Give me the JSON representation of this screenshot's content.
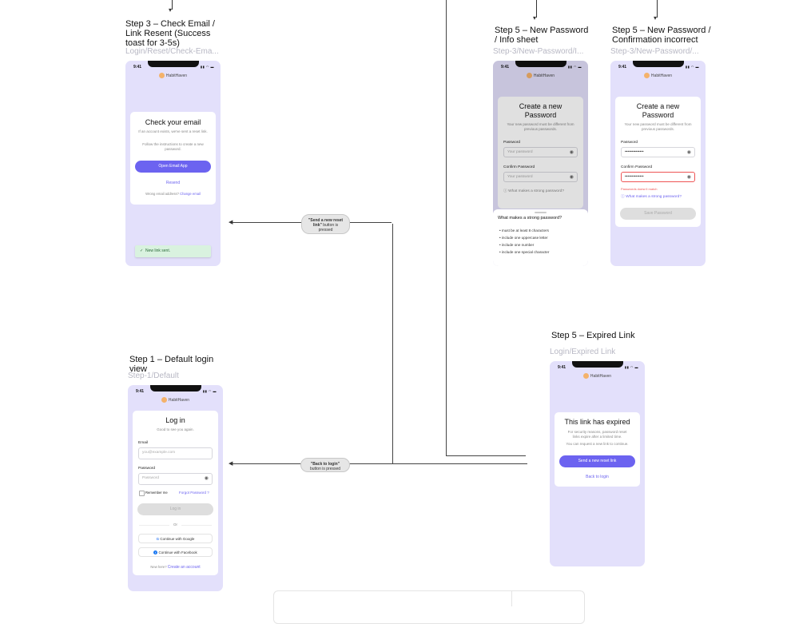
{
  "app": {
    "brand_name": "HabitHaven",
    "status_time": "9:41",
    "status_icons": "▮▮ ◠ ▬",
    "accent_color": "#6c63f0",
    "phone_bg": "#e3e0fb"
  },
  "frames": {
    "step3": {
      "title": "Step 3 – Check Email / Link Resent (Success toast for 3-5s)",
      "subtitle": "Login/Reset/Check-Ema...",
      "card_title": "Check your email",
      "text1": "If an account exists, we've sent a reset link.",
      "text2": "Follow the instructions to create a new password.",
      "open_email": "Open Email App",
      "resend": "Resend",
      "wrong_email": "Wrong email address?",
      "change_email": "Change email",
      "toast": "New link sent."
    },
    "step5_info": {
      "title": "Step 5 – New Password / Info sheet",
      "subtitle": "Step-3/New-Password/I...",
      "card_title": "Create a new Password",
      "text": "Your new password must be different from previous passwords.",
      "password_label": "Password",
      "password_placeholder": "Your password",
      "confirm_label": "Confirm Password",
      "confirm_placeholder": "Your password",
      "strong_link": "What makes a strong password?",
      "sheet_title": "What makes a strong password?",
      "rules": [
        "must be at least 8 characters",
        "include one uppercase letter",
        "include one number",
        "include one special character"
      ]
    },
    "step5_confirm": {
      "title": "Step 5 – New Password / Confirmation incorrect",
      "subtitle": "Step-3/New-Password/...",
      "card_title": "Create a new Password",
      "text": "Your new password must be different from previous passwords.",
      "password_label": "Password",
      "password_value": "••••••••••••••",
      "confirm_label": "Confirm Password",
      "confirm_value": "••••••••••••••",
      "error": "Passwords doesn't match",
      "strong_link": "What makes a strong password?",
      "save": "Save Password"
    },
    "expired": {
      "title": "Step 5 – Expired Link",
      "subtitle": "Login/Expired Link",
      "card_title": "This link has expired",
      "text1": "For security reasons, password reset links expire after a limited time.",
      "text2": "You can request a new link to continue.",
      "send": "Send a new reset link",
      "back": "Back to login"
    },
    "step1": {
      "title": "Step 1 – Default login view",
      "subtitle": "Step-1/Default",
      "card_title": "Log in",
      "greeting": "Good to see you again.",
      "email_label": "Email",
      "email_placeholder": "you@example.com",
      "password_label": "Password",
      "password_placeholder": "Password",
      "remember": "Remember me",
      "forgot": "Forgot Password ?",
      "login": "Log in",
      "or": "Or",
      "google": "Continue with Google",
      "facebook": "Continue with Facebook",
      "no_account": "New here?",
      "create": "Create an account"
    }
  },
  "connectors": {
    "send_pill": {
      "bold": "\"Send a new reset link\"",
      "rest": "button is pressed"
    },
    "back_pill": {
      "bold": "\"Back to login\"",
      "rest": "button is pressed"
    }
  },
  "icons": {
    "arrow_left": "◀",
    "arrow_right": "▶",
    "arrow_down": "↓",
    "eye": "◉",
    "info": "ⓘ",
    "check": "✓",
    "google": "G",
    "facebook": "f"
  }
}
